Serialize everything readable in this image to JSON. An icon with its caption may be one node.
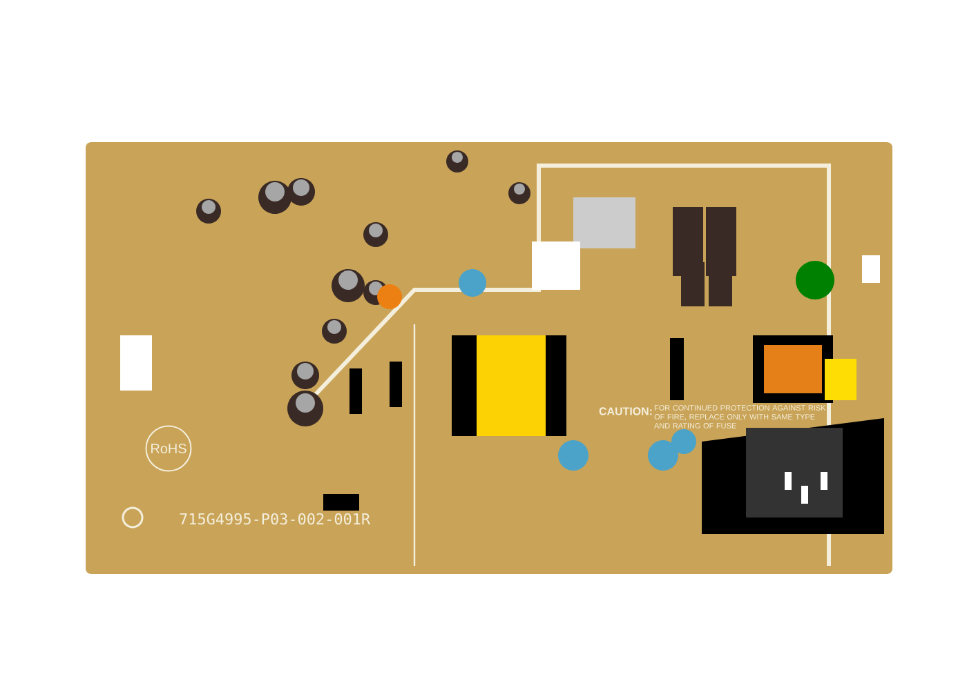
{
  "diagram": {
    "labels": [
      "RoHS",
      "715G4995-P03-002-001R",
      "CAUTION:",
      "FOR CONTINUED PROTECTION AGAINST RISK OF FIRE, REPLACE ONLY WITH SAME TYPE AND RATING OF FUSE"
    ]
  }
}
